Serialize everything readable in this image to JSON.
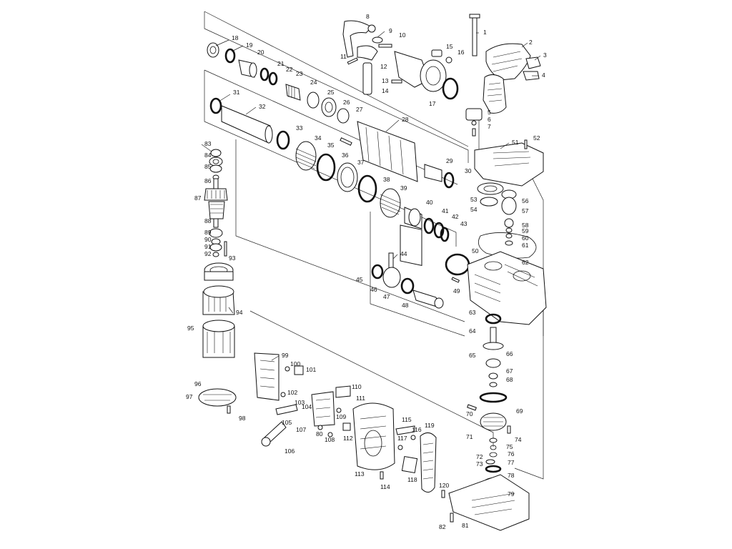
{
  "labels": [
    "1",
    "2",
    "3",
    "4",
    "5",
    "6",
    "7",
    "8",
    "9",
    "10",
    "11",
    "12",
    "13",
    "14",
    "15",
    "16",
    "17",
    "18",
    "19",
    "20",
    "21",
    "22",
    "23",
    "24",
    "25",
    "26",
    "27",
    "28",
    "29",
    "30",
    "31",
    "32",
    "33",
    "34",
    "35",
    "36",
    "37",
    "38",
    "39",
    "40",
    "41",
    "42",
    "43",
    "44",
    "45",
    "46",
    "47",
    "48",
    "49",
    "50",
    "51",
    "52",
    "53",
    "54",
    "56",
    "57",
    "58",
    "59",
    "60",
    "61",
    "62",
    "63",
    "64",
    "65",
    "66",
    "67",
    "68",
    "69",
    "70",
    "71",
    "72",
    "73",
    "74",
    "75",
    "76",
    "77",
    "78",
    "79",
    "80",
    "81",
    "82",
    "83",
    "84",
    "85",
    "86",
    "87",
    "88",
    "89",
    "90",
    "91",
    "92",
    "93",
    "94",
    "95",
    "96",
    "97",
    "98",
    "99",
    "100",
    "101",
    "102",
    "103",
    "104",
    "105",
    "106",
    "107",
    "108",
    "109",
    "110",
    "111",
    "112",
    "113",
    "114",
    "115",
    "116",
    "117",
    "118",
    "119",
    "120"
  ],
  "colors": {
    "line": "#111111",
    "background": "#ffffff"
  }
}
